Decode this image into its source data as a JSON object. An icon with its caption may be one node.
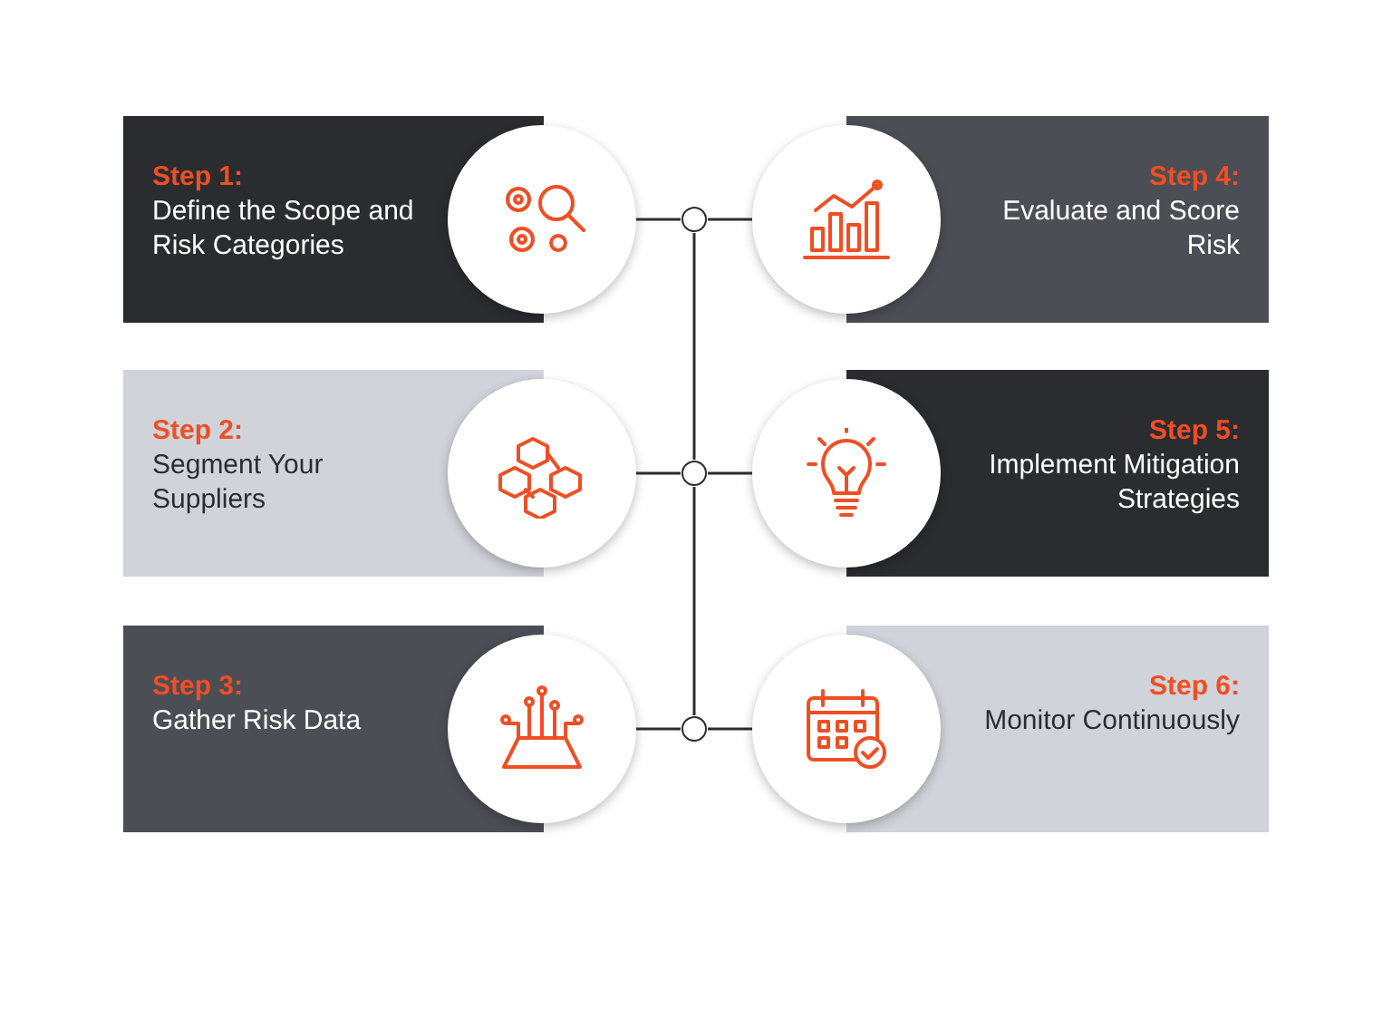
{
  "diagram": {
    "nodes": [
      {
        "text": [
          "Step 1:",
          "Define the Scope and Risk Categories"
        ]
      },
      {
        "text": [
          "Step 2:",
          "Segment Your Suppliers"
        ]
      },
      {
        "text": [
          "Step 3:",
          "Gather Risk Data"
        ]
      },
      {
        "text": [
          "Step 4:",
          "Evaluate and Score Risk"
        ]
      },
      {
        "text": [
          "Step 5:",
          "Implement Mitigation Strategies"
        ]
      },
      {
        "text": [
          "Step 6:",
          "Monitor Continuously"
        ]
      },
      {
        "text": [],
        "shape": "circle"
      },
      {
        "text": [],
        "shape": "circle"
      },
      {
        "text": [],
        "shape": "circle"
      }
    ],
    "edges": [
      {
        "from": 0,
        "to": 6,
        "arrow": "none"
      },
      {
        "from": 6,
        "to": 3,
        "arrow": "none"
      },
      {
        "from": 1,
        "to": 7,
        "arrow": "none"
      },
      {
        "from": 7,
        "to": 4,
        "arrow": "none"
      },
      {
        "from": 2,
        "to": 8,
        "arrow": "none"
      },
      {
        "from": 8,
        "to": 5,
        "arrow": "none"
      },
      {
        "from": 6,
        "to": 7,
        "arrow": "none"
      },
      {
        "from": 7,
        "to": 8,
        "arrow": "none"
      }
    ]
  }
}
